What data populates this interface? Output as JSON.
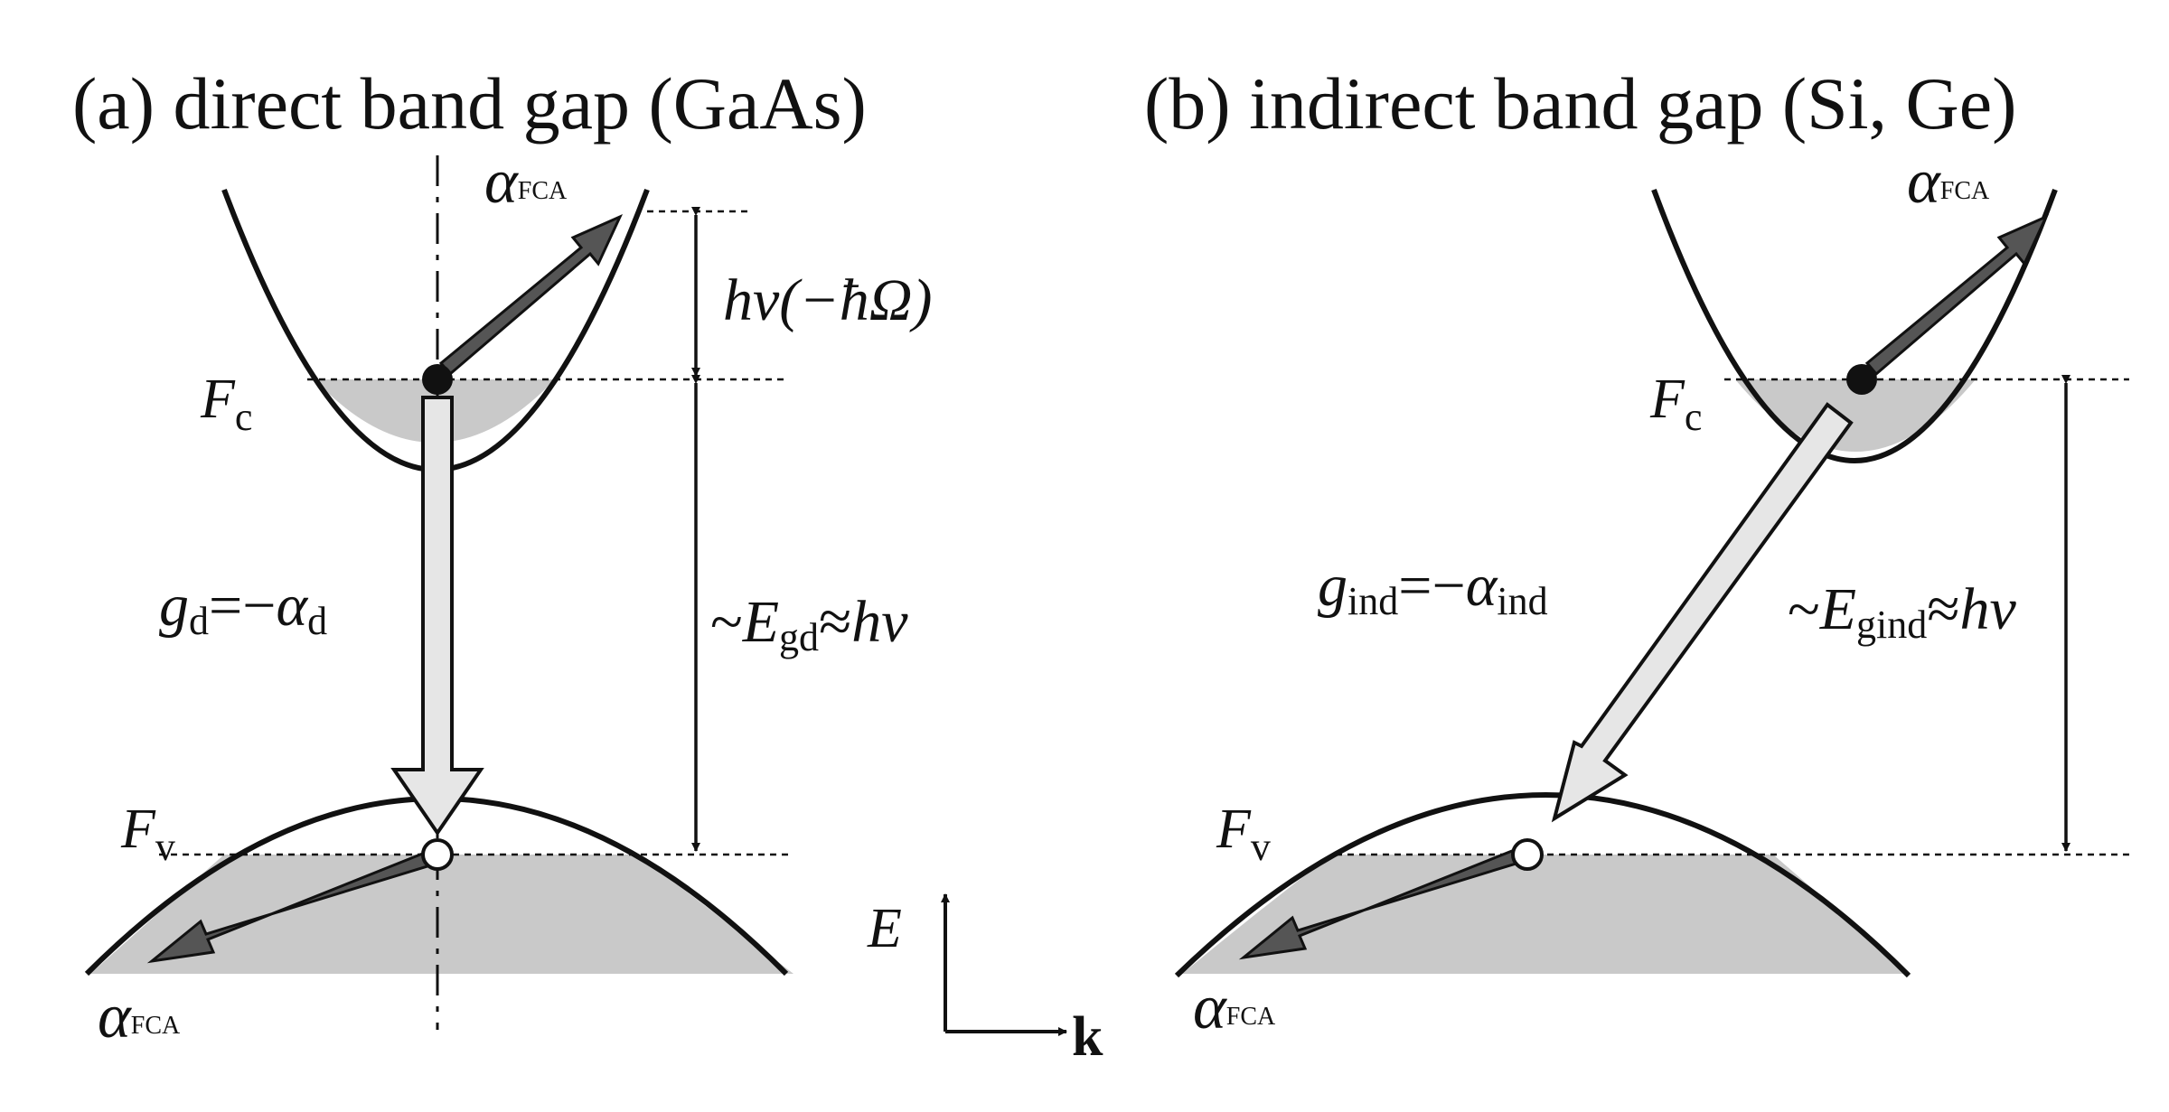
{
  "panel_a": {
    "title": "(a) direct band gap (GaAs)",
    "fc": {
      "main": "F",
      "sub": "c"
    },
    "fv": {
      "main": "F",
      "sub": "v"
    },
    "alpha_fca_top": {
      "main": "α",
      "sub": "FCA"
    },
    "alpha_fca_bottom": {
      "main": "α",
      "sub": "FCA"
    },
    "photon_label": "hν(−ħΩ)",
    "gain_label": {
      "g": "g",
      "g_sub": "d",
      "eq": "=−",
      "alpha": "α",
      "alpha_sub": "d"
    },
    "gap_label": {
      "prefix": "~",
      "e": "E",
      "e_sub": "gd",
      "approx": "≈",
      "hv": "hν"
    }
  },
  "panel_b": {
    "title": "(b) indirect band gap (Si, Ge)",
    "fc": {
      "main": "F",
      "sub": "c"
    },
    "fv": {
      "main": "F",
      "sub": "v"
    },
    "alpha_fca_top": {
      "main": "α",
      "sub": "FCA"
    },
    "alpha_fca_bottom": {
      "main": "α",
      "sub": "FCA"
    },
    "gain_label": {
      "g": "g",
      "g_sub": "ind",
      "eq": "=−",
      "alpha": "α",
      "alpha_sub": "ind"
    },
    "gap_label": {
      "prefix": "~",
      "e": "E",
      "e_sub": "gind",
      "approx": "≈",
      "hv": "hν"
    }
  },
  "axes": {
    "energy": "E",
    "momentum": "k"
  },
  "colors": {
    "curve": "#111111",
    "fill": "#c9c9c9",
    "dark_arrow": "#555555",
    "light_arrow": "#e6e6e6"
  }
}
